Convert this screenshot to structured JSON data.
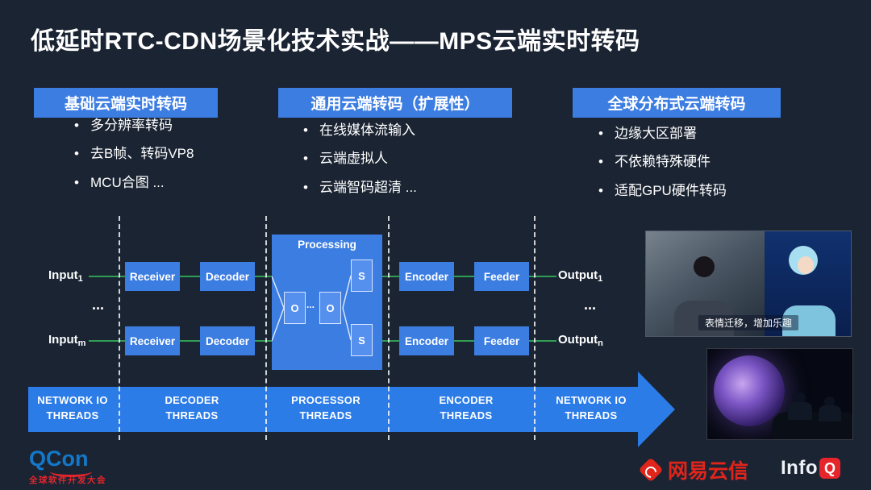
{
  "slide": {
    "title": "低延时RTC-CDN场景化技术实战——MPS云端实时转码"
  },
  "sections": [
    {
      "header": "基础云端实时转码",
      "bullets": [
        "多分辨率转码",
        "去B帧、转码VP8",
        "MCU合图 ..."
      ]
    },
    {
      "header": "通用云端转码（扩展性）",
      "bullets": [
        "在线媒体流输入",
        "云端虚拟人",
        "云端智码超清 ..."
      ]
    },
    {
      "header": "全球分布式云端转码",
      "bullets": [
        "边缘大区部署",
        "不依赖特殊硬件",
        "适配GPU硬件转码"
      ]
    }
  ],
  "pipeline": {
    "row1": {
      "input_base": "Input",
      "input_sub": "1",
      "receiver": "Receiver",
      "decoder": "Decoder",
      "encoder": "Encoder",
      "feeder": "Feeder",
      "output_base": "Output",
      "output_sub": "1"
    },
    "row2": {
      "input_base": "Input",
      "input_sub": "m",
      "receiver": "Receiver",
      "decoder": "Decoder",
      "encoder": "Encoder",
      "feeder": "Feeder",
      "output_base": "Output",
      "output_sub": "n"
    },
    "processing": {
      "label": "Processing",
      "o1": "O",
      "o2": "O",
      "dots": "...",
      "s1": "S",
      "s2": "S"
    },
    "left_dots": "...",
    "right_dots": "..."
  },
  "arrow": {
    "labels": [
      "NETWORK IO\nTHREADS",
      "DECODER\nTHREADS",
      "PROCESSOR\nTHREADS",
      "ENCODER\nTHREADS",
      "NETWORK IO\nTHREADS"
    ]
  },
  "media": {
    "caption": "表情迁移，增加乐趣"
  },
  "footer": {
    "qcon": "QCon",
    "qcon_subtitle": "全球软件开发大会",
    "yunxin": "网易云信",
    "infoq_info": "Info",
    "infoq_q": "Q"
  },
  "icons": {
    "yunxin_logo": "red-rounded-diamond",
    "infoq_q_badge": "red-square-Q"
  },
  "colors": {
    "background": "#1b2433",
    "box_blue": "#3c7de2",
    "arrow_blue": "#2c7ce8",
    "connector_green": "#2f9e53",
    "accent_red": "#e6252b",
    "text_white": "#ffffff"
  }
}
